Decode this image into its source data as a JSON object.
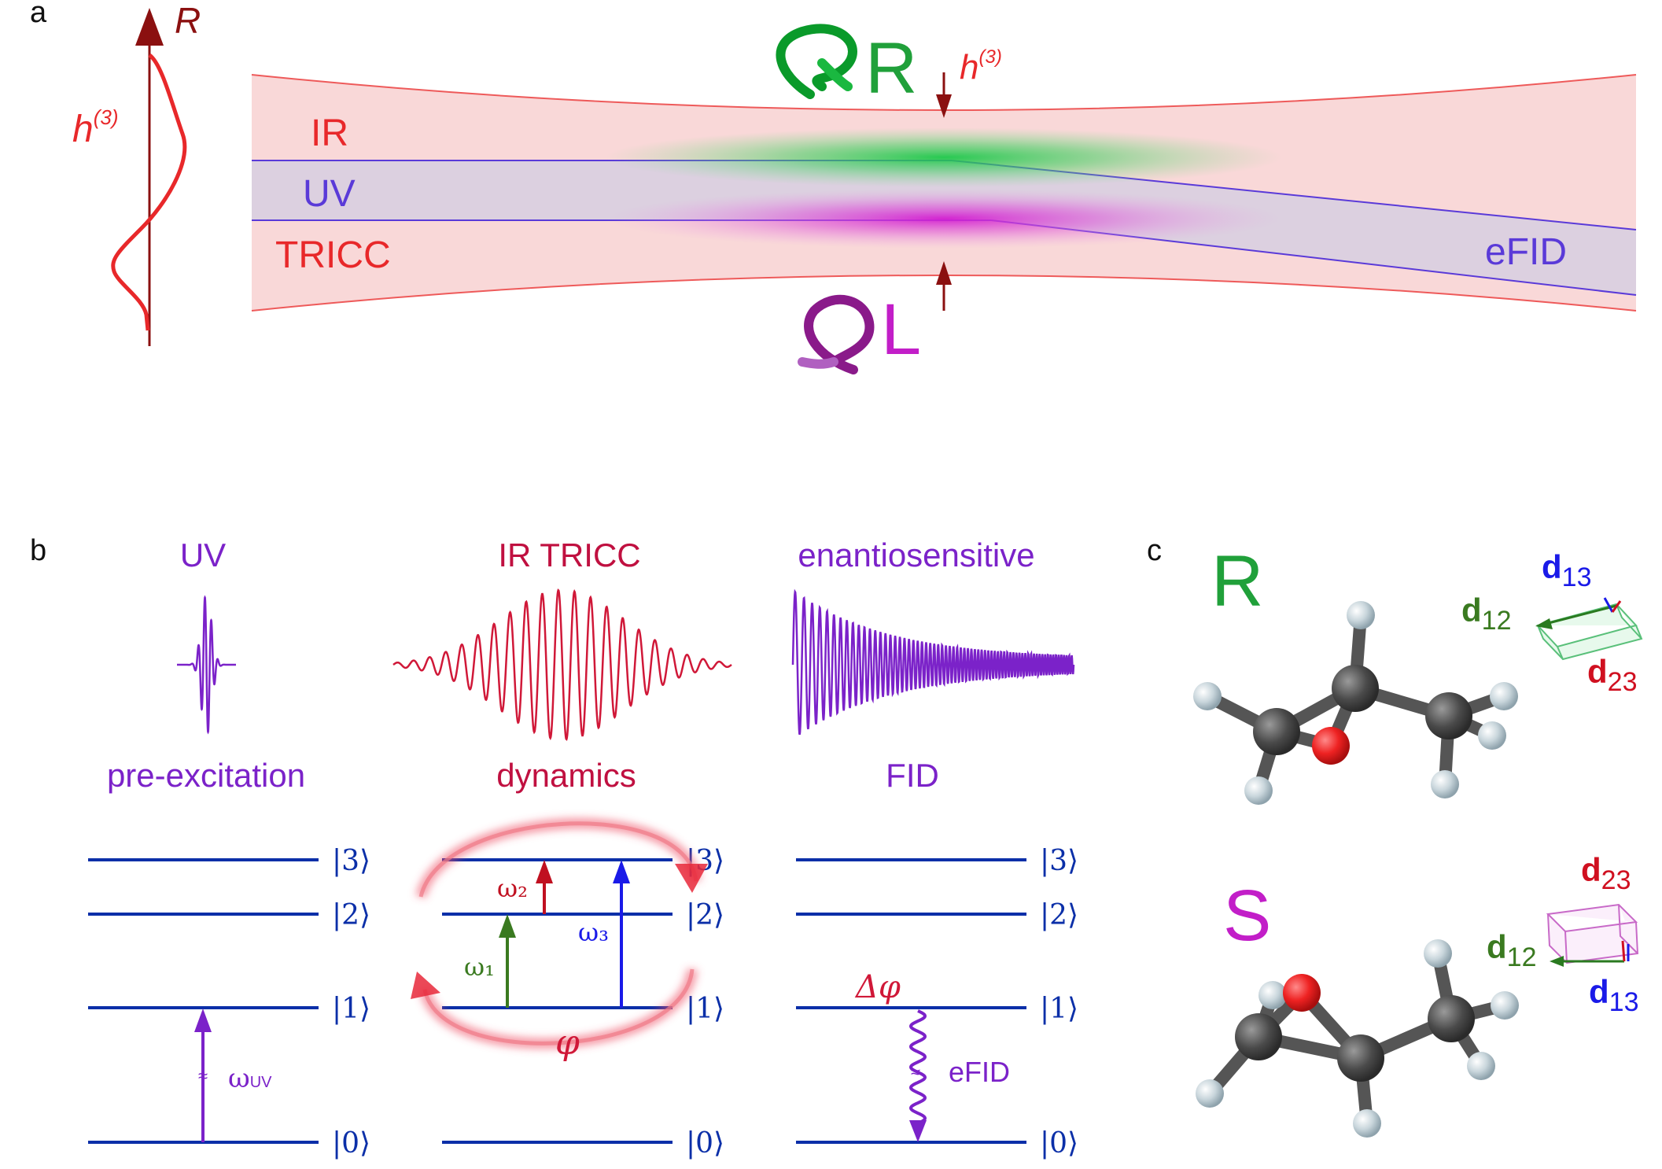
{
  "colors": {
    "ir_red": "#e8282a",
    "dark_red": "#8b1010",
    "uv_purple": "#7b22c9",
    "level_blue": "#0b2fa8",
    "green": "#20a03a",
    "omega1_green": "#3a7a20",
    "omega2_red": "#c01020",
    "omega3_blue": "#1a1ae8",
    "magenta": "#c21ec8",
    "efid_blue": "#5a3ad8",
    "beam_pink": "#f9d8d8",
    "uv_band": "#dcd0e0"
  },
  "panel_a": {
    "label": "a",
    "axis_label": "R",
    "profile_label": "h",
    "profile_sup": "(3)",
    "beam_labels": [
      "IR",
      "UV",
      "TRICC"
    ],
    "efid_label": "eFID",
    "top_marker": {
      "h": "h",
      "sup": "(3)"
    },
    "enantiomer_top": "R",
    "enantiomer_bottom": "L"
  },
  "panel_b": {
    "label": "b",
    "columns": [
      {
        "pulse_title": "UV",
        "stage_title": "pre-excitation"
      },
      {
        "pulse_title": "IR TRICC",
        "stage_title": "dynamics"
      },
      {
        "pulse_title": "enantiosensitive",
        "stage_title": "FID"
      }
    ],
    "level_labels": [
      "|3⟩",
      "|2⟩",
      "|1⟩",
      "|0⟩"
    ],
    "transitions": {
      "omega_uv": "ωUV",
      "omega_uv_base": "ω",
      "omega_uv_sub": "UV",
      "omega1": "ω₁",
      "omega2": "ω₂",
      "omega3": "ω₃",
      "phase": "φ",
      "delta_phase": "Δφ",
      "efid": "eFID"
    }
  },
  "panel_c": {
    "label": "c",
    "molecules": [
      {
        "name": "R",
        "vectors": [
          {
            "d": "d",
            "sub": "13"
          },
          {
            "d": "d",
            "sub": "12"
          },
          {
            "d": "d",
            "sub": "23"
          }
        ]
      },
      {
        "name": "S",
        "vectors": [
          {
            "d": "d",
            "sub": "23"
          },
          {
            "d": "d",
            "sub": "12"
          },
          {
            "d": "d",
            "sub": "13"
          }
        ]
      }
    ]
  }
}
